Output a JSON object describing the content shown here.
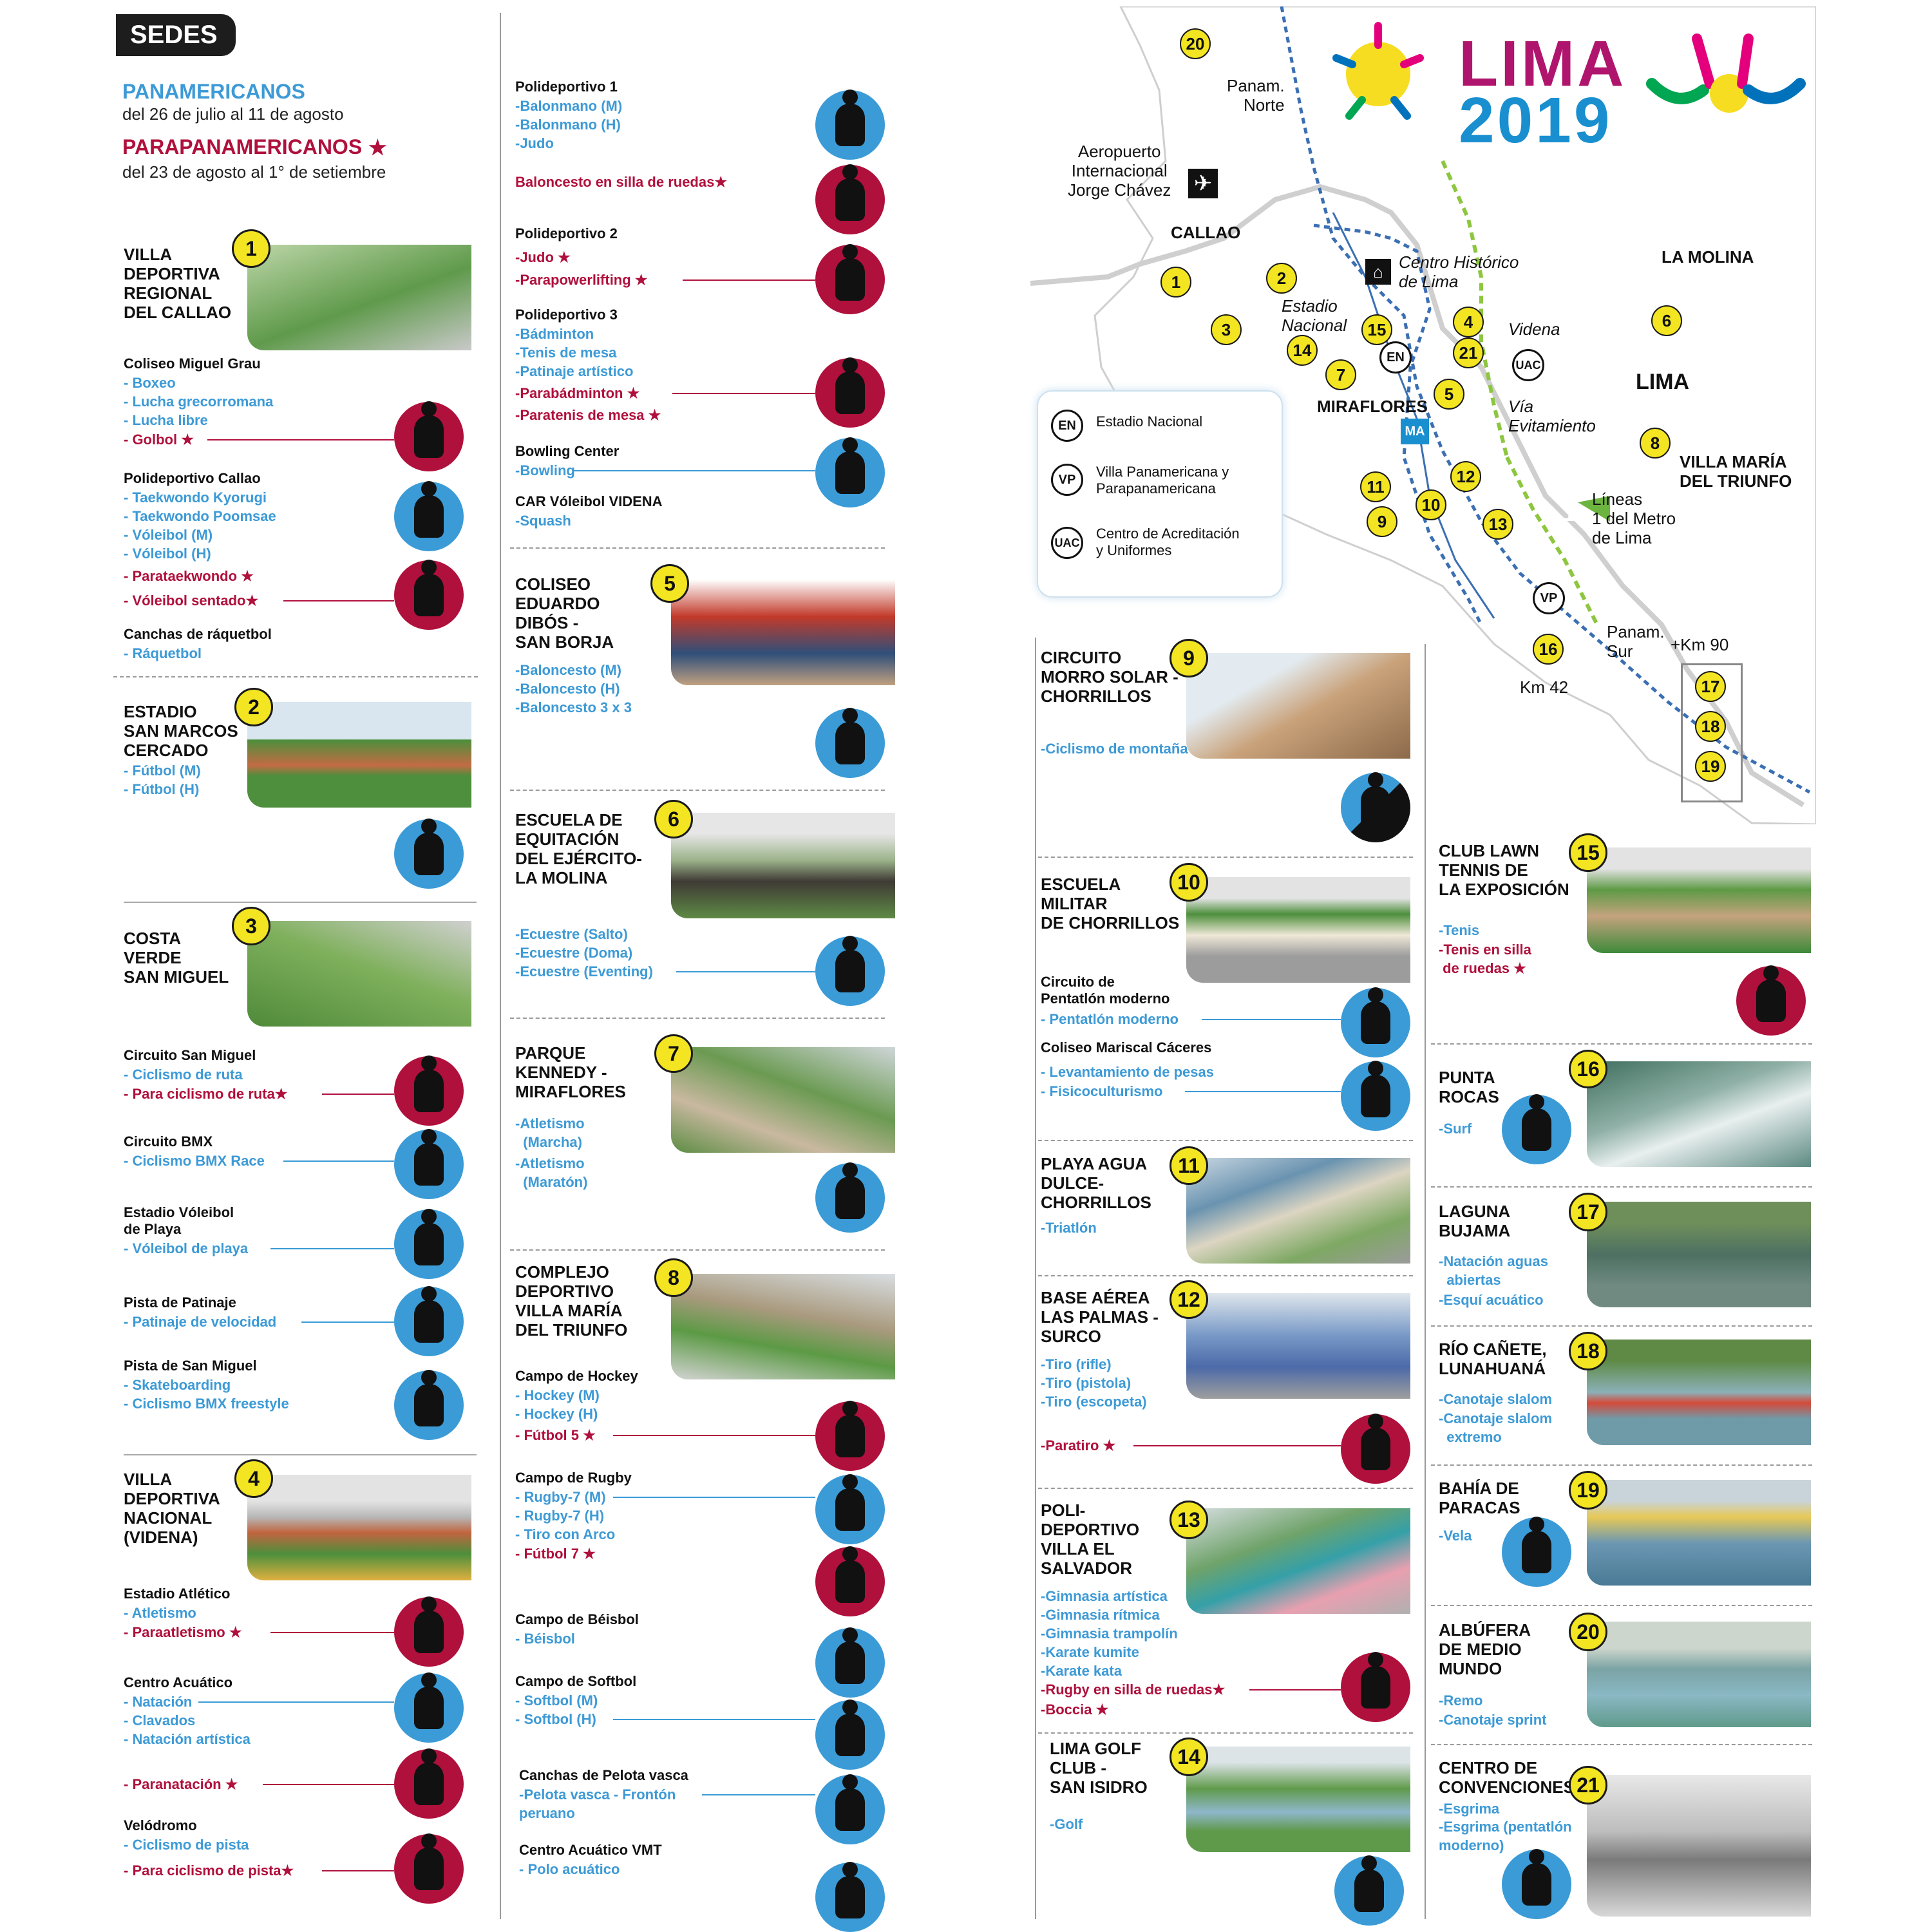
{
  "header": {
    "tag": "SEDES"
  },
  "legend": {
    "pan_title": "PANAMERICANOS",
    "pan_dates": "del 26 de julio al 11 de agosto",
    "para_title": "PARAPANAMERICANOS",
    "para_star": "★",
    "para_dates": "del 23 de agosto al 1° de setiembre"
  },
  "colors": {
    "panam_blue": "#3d9ad6",
    "parapan_red": "#b0103c",
    "badge_yellow": "#f3e521"
  },
  "brand": {
    "word1": "LIMA",
    "word2": "2019"
  },
  "map": {
    "labels": {
      "panam_norte": "Panam.\nNorte",
      "aeropuerto": "Aeropuerto\nInternacional\nJorge Chávez",
      "callao": "CALLAO",
      "centro": "Centro Histórico\nde Lima",
      "la_molina": "LA MOLINA",
      "estadio": "Estadio\nNacional",
      "videna": "Videna",
      "lima": "LIMA",
      "miraflores": "MIRAFLORES",
      "via": "Vía\nEvitamiento",
      "vmt": "VILLA MARÍA\nDEL TRIUNFO",
      "lineas": "Líneas\n1 del Metro\nde Lima",
      "linea_num": "1",
      "panam_sur": "Panam.\nSur",
      "km90": "+Km 90",
      "km42": "Km 42"
    },
    "legend": [
      {
        "code": "EN",
        "text": "Estadio Nacional"
      },
      {
        "code": "VP",
        "text": "Villa Panamericana y\nParapanamericana"
      },
      {
        "code": "UAC",
        "text": "Centro de Acreditación\ny Uniformes"
      }
    ],
    "markers": [
      "20",
      "1",
      "2",
      "3",
      "14",
      "15",
      "7",
      "4",
      "21",
      "5",
      "6",
      "8",
      "11",
      "9",
      "10",
      "12",
      "13",
      "16",
      "17",
      "18",
      "19"
    ]
  },
  "venues": [
    {
      "num": "1",
      "title": "VILLA\nDEPORTIVA\nREGIONAL\nDEL CALLAO"
    },
    {
      "num": "2",
      "title": "ESTADIO\nSAN MARCOS\nCERCADO"
    },
    {
      "num": "3",
      "title": "COSTA\nVERDE\nSAN MIGUEL"
    },
    {
      "num": "4",
      "title": "VILLA\nDEPORTIVA\nNACIONAL\n(VIDENA)"
    },
    {
      "num": "5",
      "title": "COLISEO\nEDUARDO\nDIBÓS -\nSAN BORJA"
    },
    {
      "num": "6",
      "title": "ESCUELA DE\nEQUITACIÓN\nDEL EJÉRCITO-\nLA MOLINA"
    },
    {
      "num": "7",
      "title": "PARQUE\nKENNEDY -\nMIRAFLORES"
    },
    {
      "num": "8",
      "title": "COMPLEJO\nDEPORTIVO\nVILLA MARÍA\nDEL TRIUNFO"
    },
    {
      "num": "9",
      "title": "CIRCUITO\nMORRO SOLAR -\nCHORRILLOS"
    },
    {
      "num": "10",
      "title": "ESCUELA\nMILITAR\nDE CHORRILLOS"
    },
    {
      "num": "11",
      "title": "PLAYA AGUA\nDULCE-\nCHORRILLOS"
    },
    {
      "num": "12",
      "title": "BASE AÉREA\nLAS PALMAS -\nSURCO"
    },
    {
      "num": "13",
      "title": "POLI-\nDEPORTIVO\nVILLA EL\nSALVADOR"
    },
    {
      "num": "14",
      "title": "LIMA GOLF\nCLUB -\nSAN ISIDRO"
    },
    {
      "num": "15",
      "title": "CLUB LAWN\nTENNIS DE\nLA EXPOSICIÓN"
    },
    {
      "num": "16",
      "title": "PUNTA\nROCAS"
    },
    {
      "num": "17",
      "title": "LAGUNA\nBUJAMA"
    },
    {
      "num": "18",
      "title": "RÍO CAÑETE,\nLUNAHUANÁ"
    },
    {
      "num": "19",
      "title": "BAHÍA DE\nPARACAS"
    },
    {
      "num": "20",
      "title": "ALBÚFERA\nDE MEDIO\nMUNDO"
    },
    {
      "num": "21",
      "title": "CENTRO DE\nCONVENCIONES"
    }
  ],
  "subs": {
    "coliseo_grau": "Coliseo Miguel Grau",
    "poli_callao": "Polideportivo Callao",
    "raquetbol": "Canchas de ráquetbol",
    "circ_sanmiguel": "Circuito San Miguel",
    "circ_bmx": "Circuito BMX",
    "voley_playa": "Estadio Vóleibol\nde Playa",
    "patinaje": "Pista de Patinaje",
    "pista_sm": "Pista de San Miguel",
    "est_atletico": "Estadio Atlético",
    "acuatico": "Centro Acuático",
    "velodromo": "Velódromo",
    "poli1": "Polideportivo 1",
    "poli2": "Polideportivo 2",
    "poli3": "Polideportivo 3",
    "bowling": "Bowling Center",
    "car_voley": "CAR Vóleibol VIDENA",
    "hockey": "Campo de Hockey",
    "rugby": "Campo de Rugby",
    "beisbol": "Campo de Béisbol",
    "softbol": "Campo de Softbol",
    "pelota": "Canchas de Pelota vasca",
    "acuatico_vmt": "Centro Acuático VMT",
    "pentatlon": "Circuito de\nPentatlón moderno",
    "mariscal": "Coliseo Mariscal Cáceres"
  },
  "sports": {
    "s1": "- Boxeo",
    "s2": "- Lucha grecorromana",
    "s3": "- Lucha libre",
    "s4": "- Golbol ★",
    "s5": "- Taekwondo Kyorugi",
    "s6": "- Taekwondo Poomsae",
    "s7": "- Vóleibol (M)",
    "s8": "- Vóleibol (H)",
    "s9": "- Parataekwondo ★",
    "s10": "- Vóleibol sentado★",
    "s11": "- Ráquetbol",
    "s12": "- Fútbol (M)",
    "s13": "- Fútbol (H)",
    "s14": "- Ciclismo de ruta",
    "s15": "- Para ciclismo de ruta★",
    "s16": "- Ciclismo BMX Race",
    "s17": "- Vóleibol de playa",
    "s18": "- Patinaje de velocidad",
    "s19": "- Skateboarding",
    "s20": "- Ciclismo BMX freestyle",
    "s21": "- Atletismo",
    "s22": "- Paraatletismo ★",
    "s23": "- Natación",
    "s24": "- Clavados",
    "s25": "- Natación artística",
    "s26": "- Paranatación ★",
    "s27": "- Ciclismo de pista",
    "s28": "- Para ciclismo de pista★",
    "t1": "-Balonmano (M)",
    "t2": "-Balonmano (H)",
    "t3": "-Judo",
    "t4": "Baloncesto en\nsilla de ruedas★",
    "t5": "-Judo ★",
    "t6": "-Parapowerlifting ★",
    "t7": "-Bádminton",
    "t8": "-Tenis de mesa",
    "t9": "-Patinaje artístico",
    "t10": "-Parabádminton ★",
    "t11": "-Paratenis de mesa ★",
    "t12": "-Bowling",
    "t13": "-Squash",
    "t14": "-Baloncesto (M)",
    "t15": "-Baloncesto (H)",
    "t16": "-Baloncesto 3 x 3",
    "t17": "-Ecuestre (Salto)",
    "t18": "-Ecuestre (Doma)",
    "t19": "-Ecuestre (Eventing)",
    "t20": "-Atletismo\n  (Marcha)",
    "t21": "-Atletismo\n  (Maratón)",
    "t22": "- Hockey (M)",
    "t23": "- Hockey (H)",
    "t24": "- Fútbol 5 ★",
    "t25": "- Rugby-7 (M)",
    "t26": "- Rugby-7 (H)",
    "t27": "- Tiro con Arco",
    "t28": "- Fútbol 7 ★",
    "t29": "- Béisbol",
    "t30": "- Softbol (M)",
    "t31": "- Softbol (H)",
    "t32": "-Pelota vasca - Frontón\nperuano",
    "t33": "- Polo acuático",
    "u1": "-Ciclismo\nde montaña",
    "u2": "- Pentatlón moderno",
    "u3": "- Levantamiento de pesas",
    "u4": "- Fisicoculturismo",
    "u5": "-Triatlón",
    "u6": "-Tiro (rifle)",
    "u7": "-Tiro (pistola)",
    "u8": "-Tiro (escopeta)",
    "u9": "-Paratiro ★",
    "u10": "-Gimnasia artística",
    "u11": "-Gimnasia rítmica",
    "u12": "-Gimnasia trampolín",
    "u13": "-Karate kumite",
    "u14": "-Karate kata",
    "u15": "-Rugby en silla de ruedas★",
    "u16": "-Boccia ★",
    "u17": "-Golf",
    "v1": "-Tenis",
    "v2": "-Tenis en silla\n de ruedas ★",
    "v3": "-Surf",
    "v4": "-Natación aguas\n  abiertas",
    "v5": "-Esquí acuático",
    "v6": "-Canotaje slalom",
    "v7": "-Canotaje slalom\n  extremo",
    "v8": "-Vela",
    "v9": "-Remo",
    "v10": "-Canotaje sprint",
    "v11": "-Esgrima",
    "v12": "-Esgrima (pentatlón\nmoderno)"
  }
}
